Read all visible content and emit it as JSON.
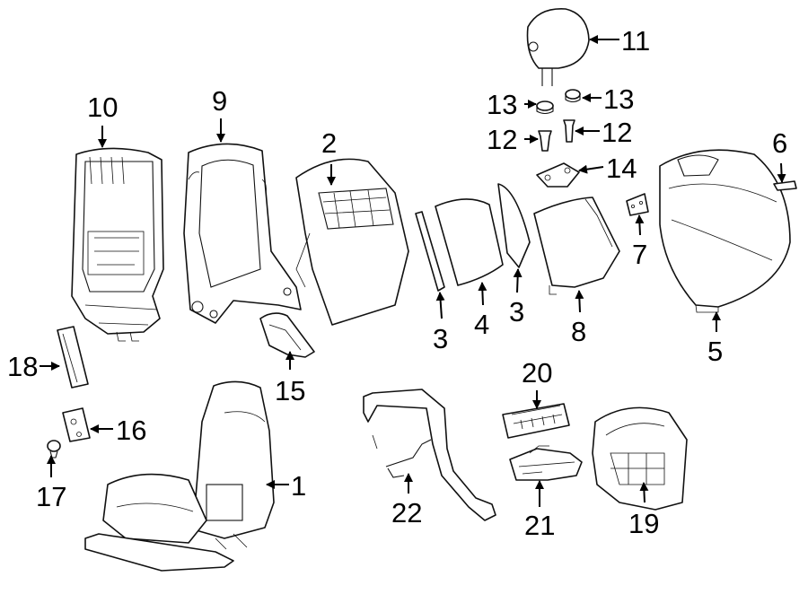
{
  "diagram": {
    "background": "#ffffff",
    "ink": "#111111",
    "callouts": {
      "c1": "1",
      "c2": "2",
      "c3a": "3",
      "c3b": "3",
      "c4": "4",
      "c5": "5",
      "c6": "6",
      "c7": "7",
      "c8": "8",
      "c9": "9",
      "c10": "10",
      "c11": "11",
      "c12a": "12",
      "c12b": "12",
      "c13a": "13",
      "c13b": "13",
      "c14": "14",
      "c15": "15",
      "c16": "16",
      "c17": "17",
      "c18": "18",
      "c19": "19",
      "c20": "20",
      "c21": "21",
      "c22": "22"
    }
  }
}
